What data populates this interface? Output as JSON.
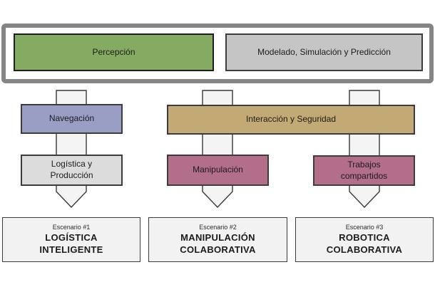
{
  "colors": {
    "background": "#ffffff",
    "frame-border": "#858585",
    "box-green": "#85ab62",
    "box-top-gray": "#c5c5c5",
    "box-purple": "#9a9dc4",
    "box-tan": "#c3a973",
    "box-maroon": "#b26e8b",
    "box-lightgray": "#dcdcdc",
    "scenario-fill": "#f2f2f2",
    "arrow-fill": "#f4f4f4",
    "arrow-stroke": "#383838",
    "border-dark": "#1f1f1f",
    "border-mid": "#3c3c3c",
    "text": "#1c1c1c"
  },
  "top_frame": {
    "boxes": [
      {
        "label": "Percepción"
      },
      {
        "label": "Modelado, Simulación y Predicción"
      }
    ]
  },
  "mid_boxes": {
    "navegacion": {
      "label": "Navegación"
    },
    "interaccion_seguridad": {
      "label": "Interacción y Seguridad"
    },
    "logistica_produccion": {
      "lines": [
        "Logística y",
        "Producción"
      ]
    },
    "manipulacion": {
      "label": "Manipulación"
    },
    "trabajos_compartidos": {
      "lines": [
        "Trabajos",
        "compartidos"
      ]
    }
  },
  "scenarios": [
    {
      "tag": "Escenario #1",
      "lines": [
        "LOGÍSTICA",
        "INTELIGENTE"
      ]
    },
    {
      "tag": "Escenario #2",
      "lines": [
        "MANIPULACIÓN",
        "COLABORATIVA"
      ]
    },
    {
      "tag": "Escenario #3",
      "lines": [
        "ROBOTICA",
        "COLABORATIVA"
      ]
    }
  ]
}
